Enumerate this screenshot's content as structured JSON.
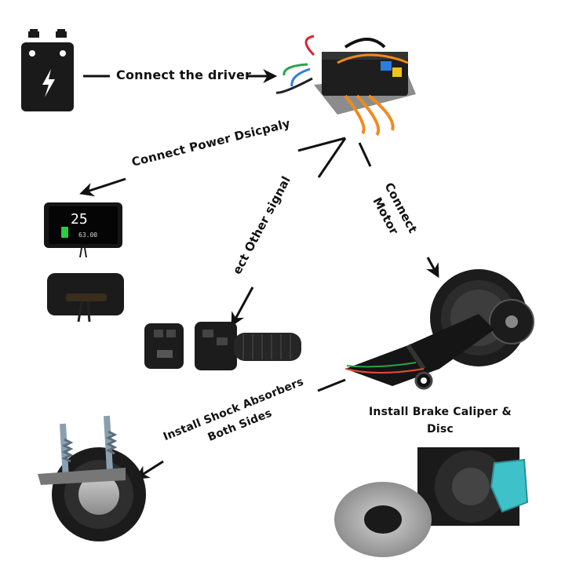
{
  "labels": {
    "connect_driver": "Connect the driver",
    "connect_display": "Connect Power Dsicpaly",
    "connect_other": "ect Other signal",
    "connect_motor_line1": "Connect",
    "connect_motor_line2": "Motor",
    "brake_line1": "Install Brake Caliper &",
    "brake_line2": "Disc",
    "shock_line1": "Install Shock Absorbers",
    "shock_line2": "Both Sides"
  },
  "display_screen": {
    "speed": "25",
    "odometer": "63.00"
  },
  "colors": {
    "ink": "#111111",
    "battery": "#1a1a1a",
    "controller_wire_orange": "#f08a1c",
    "caliper": "#3ec1c9",
    "display_green": "#2ecc40"
  },
  "icons": [
    "battery-icon",
    "lightning-icon"
  ]
}
